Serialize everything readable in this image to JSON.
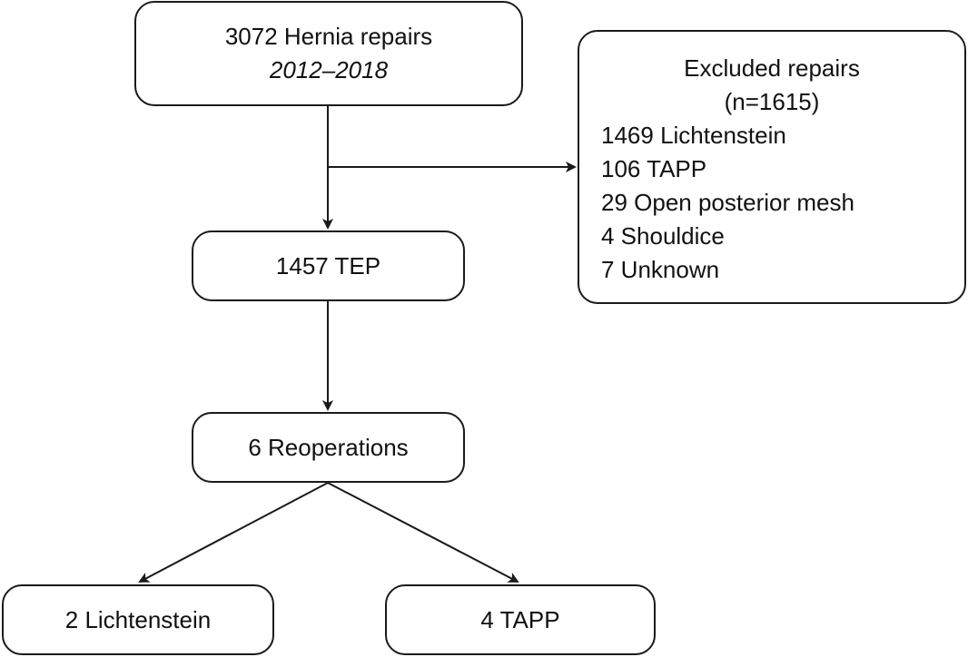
{
  "start": {
    "title": "3072 Hernia repairs",
    "period": "2012–2018"
  },
  "excluded": {
    "title": "Excluded repairs",
    "count": "(n=1615)",
    "items": [
      "1469 Lichtenstein",
      "106 TAPP",
      "29 Open posterior mesh",
      "4 Shouldice",
      "7 Unknown"
    ]
  },
  "tep": {
    "label": "1457 TEP"
  },
  "reoperations": {
    "label": "6 Reoperations"
  },
  "outcomes": {
    "lichtenstein": "2 Lichtenstein",
    "tapp": "4 TAPP"
  },
  "colors": {
    "line": "#1a1a1a",
    "background": "#ffffff"
  }
}
